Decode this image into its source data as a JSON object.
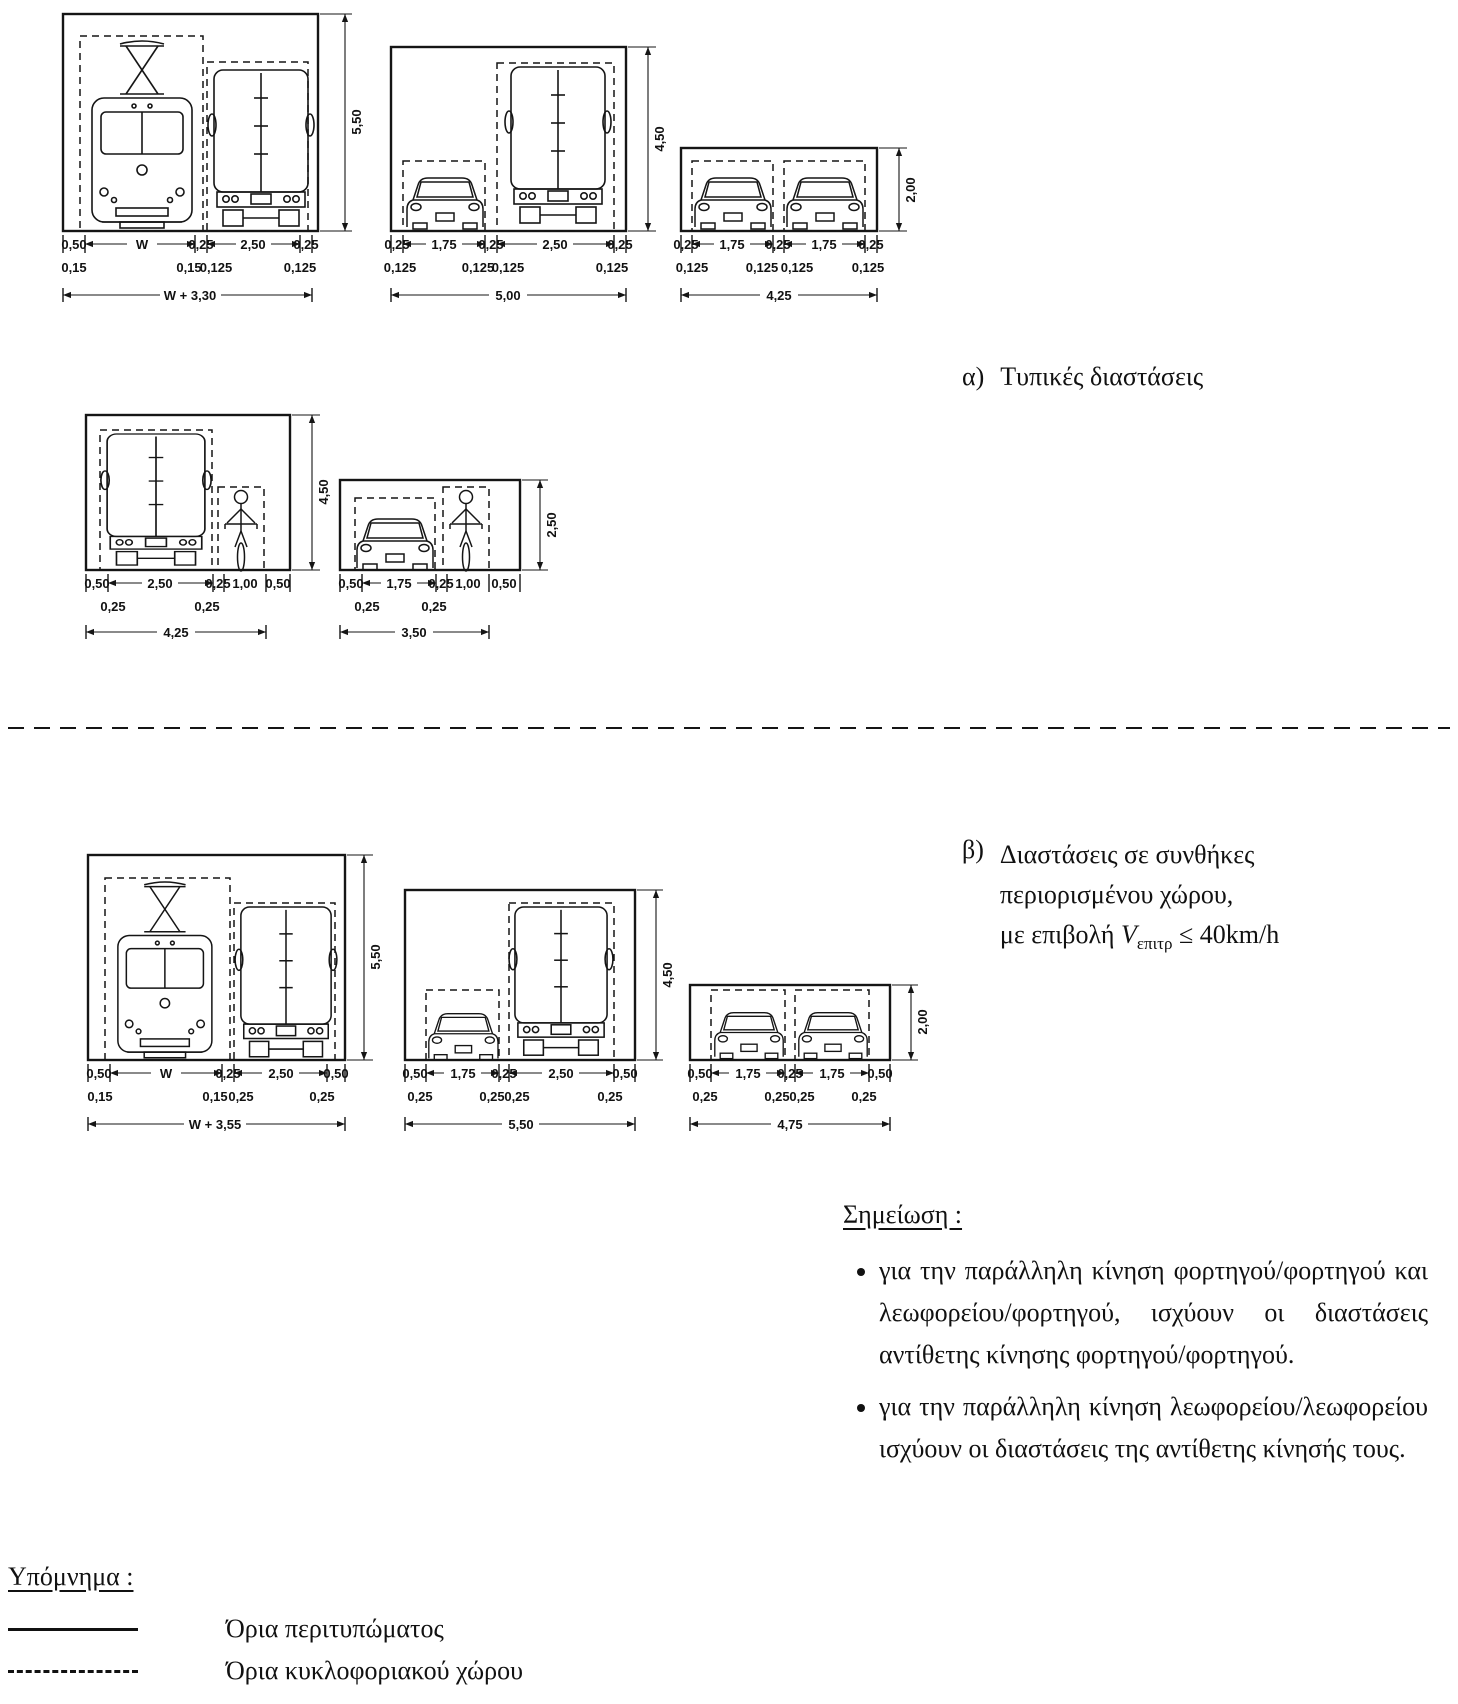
{
  "sections": {
    "a": {
      "label": "α)",
      "title": "Τυπικές διαστάσεις"
    },
    "b": {
      "label": "β)",
      "line1": "Διαστάσεις σε συνθήκες",
      "line2": "περιορισμένου χώρου,",
      "line3_pre": "με επιβολή ",
      "line3_var": "V",
      "line3_sub": "επιτρ",
      "line3_post": " ≤ 40km/h"
    }
  },
  "diagrams": {
    "d1": {
      "name": "tram-truck-typical",
      "height": "5,50",
      "row1": [
        "0,50",
        "W",
        "0,25",
        "2,50",
        "0,25"
      ],
      "row2": [
        "0,15",
        "0,15",
        "0,125",
        "0,125"
      ],
      "total": "W + 3,30"
    },
    "d2": {
      "name": "car-truck-typical",
      "height": "4,50",
      "row1": [
        "0,25",
        "1,75",
        "0,25",
        "2,50",
        "0,25"
      ],
      "row2": [
        "0,125",
        "0,125",
        "0,125",
        "0,125"
      ],
      "total": "5,00"
    },
    "d3": {
      "name": "car-car-typical",
      "height": "2,00",
      "row1": [
        "0,25",
        "1,75",
        "0,25",
        "1,75",
        "0,25"
      ],
      "row2": [
        "0,125",
        "0,125",
        "0,125",
        "0,125"
      ],
      "total": "4,25"
    },
    "d4": {
      "name": "truck-cyclist-typical",
      "height": "4,50",
      "row1": [
        "0,50",
        "2,50",
        "0,25",
        "1,00",
        "0,50"
      ],
      "row2": [
        "0,25",
        "0,25"
      ],
      "total": "4,25"
    },
    "d5": {
      "name": "car-cyclist-typical",
      "height": "2,50",
      "row1": [
        "0,50",
        "1,75",
        "0,25",
        "1,00",
        "0,50"
      ],
      "row2": [
        "0,25",
        "0,25"
      ],
      "total": "3,50"
    },
    "d6": {
      "name": "tram-truck-restricted",
      "height": "5,50",
      "row1": [
        "0,50",
        "W",
        "0,25",
        "2,50",
        "0,50"
      ],
      "row2": [
        "0,15",
        "0,15",
        "0,25",
        "0,25"
      ],
      "total": "W + 3,55"
    },
    "d7": {
      "name": "car-truck-restricted",
      "height": "4,50",
      "row1": [
        "0,50",
        "1,75",
        "0,25",
        "2,50",
        "0,50"
      ],
      "row2": [
        "0,25",
        "0,25",
        "0,25",
        "0,25"
      ],
      "total": "5,50"
    },
    "d8": {
      "name": "car-car-restricted",
      "height": "2,00",
      "row1": [
        "0,50",
        "1,75",
        "0,25",
        "1,75",
        "0,50"
      ],
      "row2": [
        "0,25",
        "0,25",
        "0,25",
        "0,25"
      ],
      "total": "4,75"
    }
  },
  "note": {
    "title": "Σημείωση :",
    "bullets": [
      "για την παράλληλη κίνηση φορτηγού/φορτηγού και λεωφορείου/φορτηγού, ισχύουν οι διαστάσεις αντίθετης κίνησης φορτηγού/φορτηγού.",
      "για την παράλληλη κίνηση λεωφορείου/λεωφορείου ισχύουν οι διαστάσεις της αντίθετης κίνησής τους."
    ]
  },
  "legend": {
    "title": "Υπόμνημα :",
    "items": [
      {
        "style": "solid",
        "label": "Όρια περιτυπώματος"
      },
      {
        "style": "dashed",
        "label": "Όρια κυκλοφοριακού χώρου"
      }
    ]
  },
  "colors": {
    "ink": "#111111",
    "paper": "#ffffff"
  }
}
